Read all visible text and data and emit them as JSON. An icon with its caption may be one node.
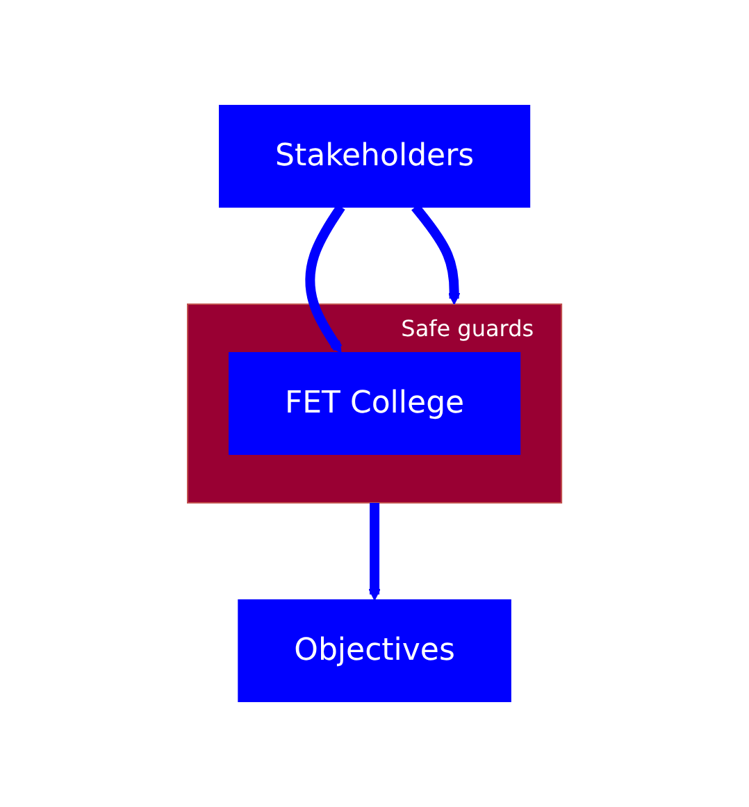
{
  "diagram": {
    "nodes": [
      {
        "text": [
          "Stakeholders"
        ]
      },
      {
        "text": [
          "Safe guards"
        ]
      },
      {
        "text": [
          "FET College"
        ],
        "in": 1
      },
      {
        "text": [
          "Objectives"
        ]
      }
    ],
    "edges": [
      {
        "from": 0,
        "to": 2,
        "arrow": "to"
      },
      {
        "from": 0,
        "to": 1,
        "arrow": "to"
      },
      {
        "from": 1,
        "to": 3,
        "arrow": "to"
      }
    ]
  }
}
